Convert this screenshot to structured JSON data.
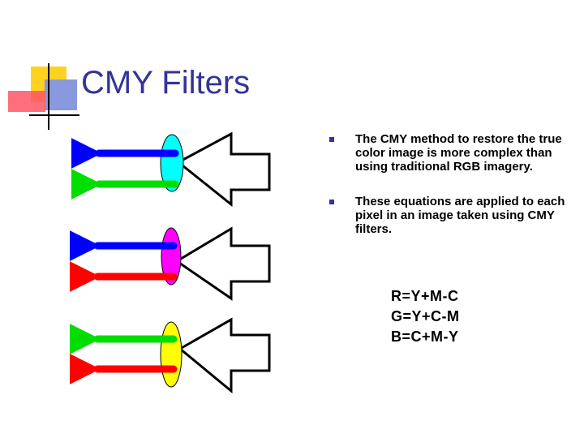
{
  "slide": {
    "title": "CMY Filters",
    "bullets": [
      {
        "text": "The CMY method to restore the true color image is more complex than using traditional RGB imagery."
      },
      {
        "text": "These equations are applied to each pixel in an image taken using CMY filters."
      }
    ],
    "equations": [
      "R=Y+M-C",
      "G=Y+C-M",
      "B=C+M-Y"
    ],
    "bullet_glyph": "small-square-bullet"
  },
  "colors": {
    "title": "#333399",
    "red": "#ff0000",
    "green": "#00dd00",
    "blue": "#0000ff",
    "cyan": "#00ffff",
    "magenta": "#ff00ff",
    "yellow": "#ffff00",
    "bullet": "#333399"
  },
  "filters": [
    {
      "name": "cyan-filter",
      "lens_color": "cyan",
      "output_arrows": [
        "blue",
        "green"
      ]
    },
    {
      "name": "magenta-filter",
      "lens_color": "magenta",
      "output_arrows": [
        "blue",
        "red"
      ]
    },
    {
      "name": "yellow-filter",
      "lens_color": "yellow",
      "output_arrows": [
        "green",
        "red"
      ]
    }
  ]
}
